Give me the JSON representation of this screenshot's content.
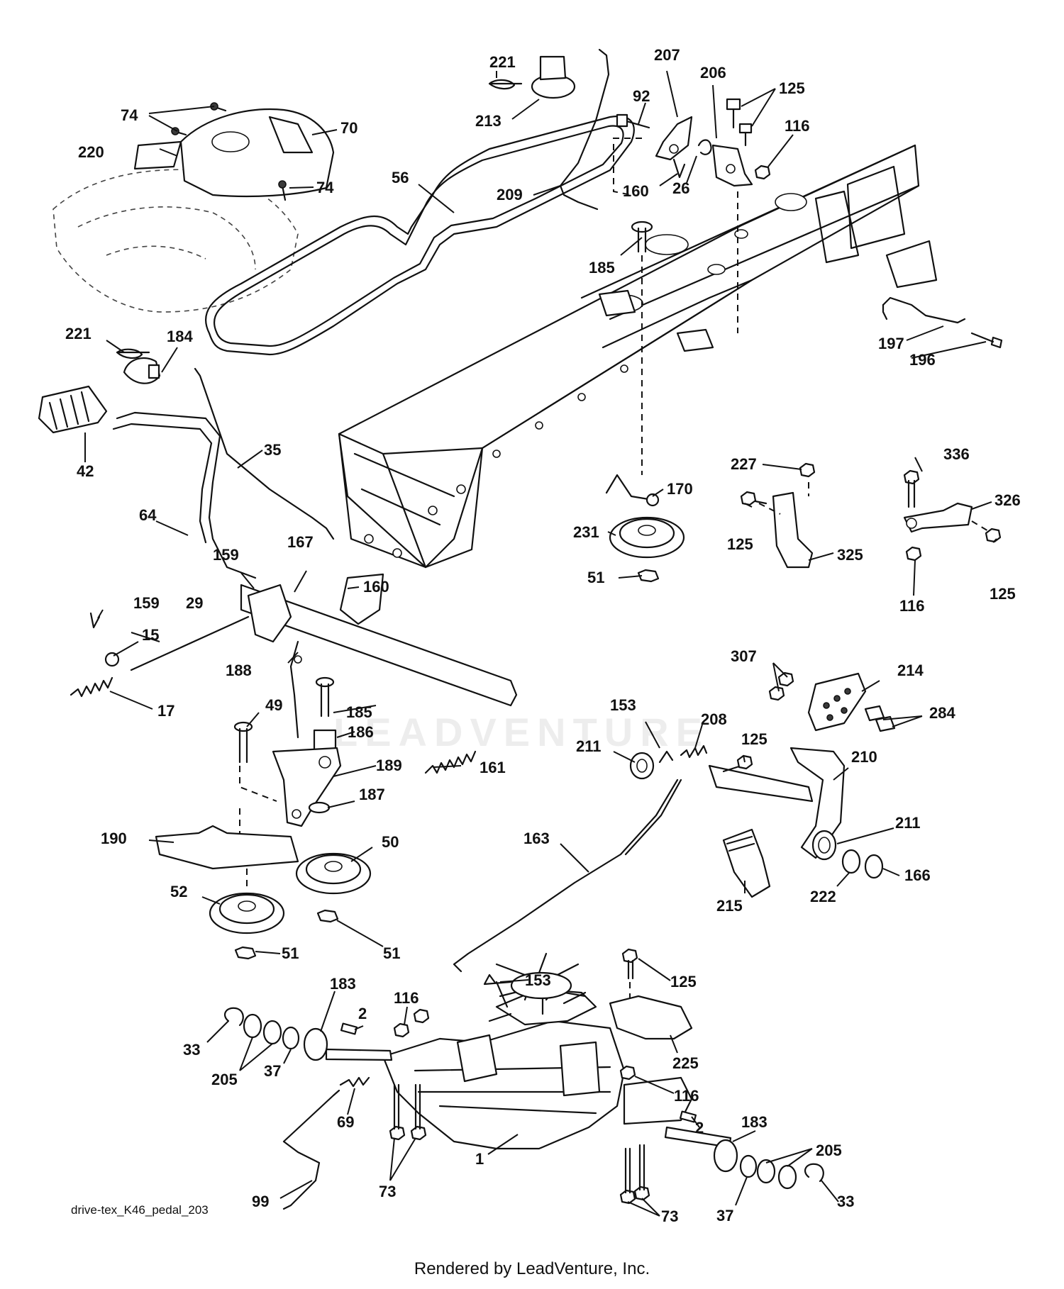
{
  "diagram": {
    "file_label": "drive-tex_K46_pedal_203",
    "credit": "Rendered by LeadVenture, Inc.",
    "watermark": "LEADVENTURE",
    "callouts": [
      {
        "id": "c-221a",
        "label": "221"
      },
      {
        "id": "c-207",
        "label": "207"
      },
      {
        "id": "c-206",
        "label": "206"
      },
      {
        "id": "c-125a",
        "label": "125"
      },
      {
        "id": "c-92",
        "label": "92"
      },
      {
        "id": "c-116a",
        "label": "116"
      },
      {
        "id": "c-213",
        "label": "213"
      },
      {
        "id": "c-160a",
        "label": "160"
      },
      {
        "id": "c-26",
        "label": "26"
      },
      {
        "id": "c-209",
        "label": "209"
      },
      {
        "id": "c-74a",
        "label": "74"
      },
      {
        "id": "c-70",
        "label": "70"
      },
      {
        "id": "c-220",
        "label": "220"
      },
      {
        "id": "c-74b",
        "label": "74"
      },
      {
        "id": "c-56",
        "label": "56"
      },
      {
        "id": "c-185a",
        "label": "185"
      },
      {
        "id": "c-197",
        "label": "197"
      },
      {
        "id": "c-196",
        "label": "196"
      },
      {
        "id": "c-221b",
        "label": "221"
      },
      {
        "id": "c-184",
        "label": "184"
      },
      {
        "id": "c-42",
        "label": "42"
      },
      {
        "id": "c-35",
        "label": "35"
      },
      {
        "id": "c-64",
        "label": "64"
      },
      {
        "id": "c-227",
        "label": "227"
      },
      {
        "id": "c-336",
        "label": "336"
      },
      {
        "id": "c-326",
        "label": "326"
      },
      {
        "id": "c-170",
        "label": "170"
      },
      {
        "id": "c-231",
        "label": "231"
      },
      {
        "id": "c-125b",
        "label": "125"
      },
      {
        "id": "c-325",
        "label": "325"
      },
      {
        "id": "c-125c",
        "label": "125"
      },
      {
        "id": "c-116b",
        "label": "116"
      },
      {
        "id": "c-51a",
        "label": "51"
      },
      {
        "id": "c-159a",
        "label": "159"
      },
      {
        "id": "c-167",
        "label": "167"
      },
      {
        "id": "c-160b",
        "label": "160"
      },
      {
        "id": "c-159b",
        "label": "159"
      },
      {
        "id": "c-29",
        "label": "29"
      },
      {
        "id": "c-15",
        "label": "15"
      },
      {
        "id": "c-188",
        "label": "188"
      },
      {
        "id": "c-17",
        "label": "17"
      },
      {
        "id": "c-307",
        "label": "307"
      },
      {
        "id": "c-214",
        "label": "214"
      },
      {
        "id": "c-284",
        "label": "284"
      },
      {
        "id": "c-49",
        "label": "49"
      },
      {
        "id": "c-185b",
        "label": "185"
      },
      {
        "id": "c-186",
        "label": "186"
      },
      {
        "id": "c-153a",
        "label": "153"
      },
      {
        "id": "c-208",
        "label": "208"
      },
      {
        "id": "c-211a",
        "label": "211"
      },
      {
        "id": "c-125d",
        "label": "125"
      },
      {
        "id": "c-210",
        "label": "210"
      },
      {
        "id": "c-189",
        "label": "189"
      },
      {
        "id": "c-161",
        "label": "161"
      },
      {
        "id": "c-187",
        "label": "187"
      },
      {
        "id": "c-190",
        "label": "190"
      },
      {
        "id": "c-50",
        "label": "50"
      },
      {
        "id": "c-163",
        "label": "163"
      },
      {
        "id": "c-211b",
        "label": "211"
      },
      {
        "id": "c-166",
        "label": "166"
      },
      {
        "id": "c-52",
        "label": "52"
      },
      {
        "id": "c-222",
        "label": "222"
      },
      {
        "id": "c-215",
        "label": "215"
      },
      {
        "id": "c-51b",
        "label": "51"
      },
      {
        "id": "c-51c",
        "label": "51"
      },
      {
        "id": "c-153b",
        "label": "153"
      },
      {
        "id": "c-125e",
        "label": "125"
      },
      {
        "id": "c-183a",
        "label": "183"
      },
      {
        "id": "c-116c",
        "label": "116"
      },
      {
        "id": "c-2a",
        "label": "2"
      },
      {
        "id": "c-33a",
        "label": "33"
      },
      {
        "id": "c-225",
        "label": "225"
      },
      {
        "id": "c-205a",
        "label": "205"
      },
      {
        "id": "c-37a",
        "label": "37"
      },
      {
        "id": "c-116d",
        "label": "116"
      },
      {
        "id": "c-69",
        "label": "69"
      },
      {
        "id": "c-2b",
        "label": "2"
      },
      {
        "id": "c-183b",
        "label": "183"
      },
      {
        "id": "c-205b",
        "label": "205"
      },
      {
        "id": "c-1",
        "label": "1"
      },
      {
        "id": "c-99",
        "label": "99"
      },
      {
        "id": "c-73a",
        "label": "73"
      },
      {
        "id": "c-33b",
        "label": "33"
      },
      {
        "id": "c-37b",
        "label": "37"
      },
      {
        "id": "c-73b",
        "label": "73"
      }
    ]
  }
}
